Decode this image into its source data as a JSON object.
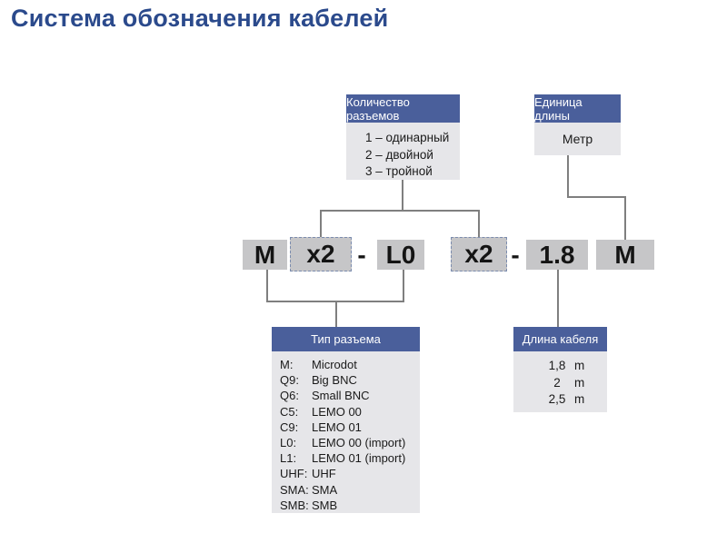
{
  "title": "Система обозначения кабелей",
  "colors": {
    "title_blue": "#2b4a8c",
    "header_blue": "#4a5f9b",
    "body_gray": "#e6e6e9",
    "code_gray": "#c6c6c8",
    "line_gray": "#7f7f7f",
    "dash_border": "#7b8cae"
  },
  "connector_count_box": {
    "header": "Количество разъемов",
    "items": [
      "1 – одинарный",
      "2 – двойной",
      "3 – тройной"
    ]
  },
  "length_unit_box": {
    "header": "Единица длины",
    "value": "Метр"
  },
  "code": {
    "segments": [
      {
        "text": "M"
      },
      {
        "text": "x2"
      },
      {
        "text": "-"
      },
      {
        "text": "L0"
      },
      {
        "text": "x2"
      },
      {
        "text": "-"
      },
      {
        "text": "1.8"
      },
      {
        "text": "M"
      }
    ]
  },
  "connector_type_box": {
    "header": "Тип разъема",
    "items": [
      {
        "code": "M:",
        "name": "Microdot"
      },
      {
        "code": "Q9:",
        "name": "Big BNC"
      },
      {
        "code": "Q6:",
        "name": "Small BNC"
      },
      {
        "code": "C5:",
        "name": "LEMO 00"
      },
      {
        "code": "C9:",
        "name": "LEMO 01"
      },
      {
        "code": "L0:",
        "name": "LEMO 00 (import)"
      },
      {
        "code": "L1:",
        "name": "LEMO 01 (import)"
      },
      {
        "code": "UHF:",
        "name": "UHF"
      },
      {
        "code": "SMA:",
        "name": "SMA"
      },
      {
        "code": "SMB:",
        "name": "SMB"
      }
    ]
  },
  "cable_length_box": {
    "header": "Длина кабеля",
    "items": [
      {
        "value": "1,8",
        "unit": "m"
      },
      {
        "value": "2",
        "unit": "m"
      },
      {
        "value": "2,5",
        "unit": "m"
      }
    ]
  }
}
